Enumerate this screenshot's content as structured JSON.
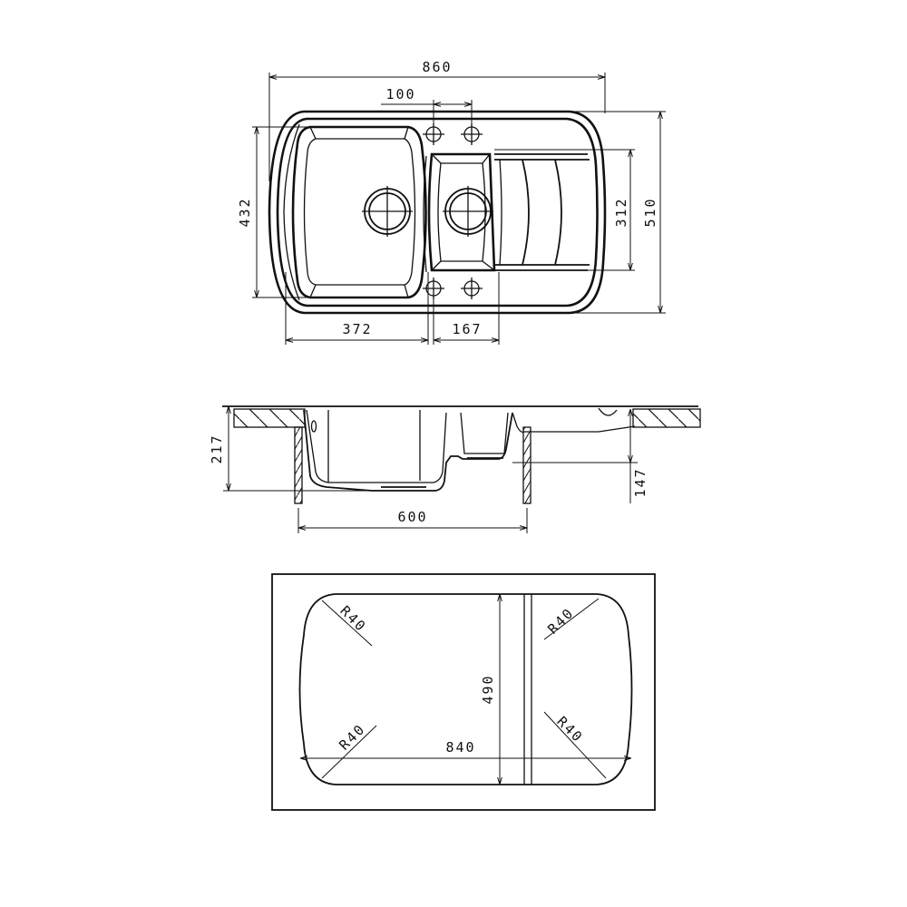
{
  "top_view": {
    "overall_width": "860",
    "tap_hole_spacing": "100",
    "main_bowl_depth": "432",
    "second_bowl_depth": "312",
    "overall_depth": "510",
    "main_bowl_width": "372",
    "second_bowl_width": "167"
  },
  "side_view": {
    "main_bowl_height": "217",
    "second_bowl_height": "147",
    "cabinet_width": "600"
  },
  "cutout_view": {
    "radius_top_left": "R40",
    "radius_top_right": "R40",
    "radius_bottom_left": "R40",
    "radius_bottom_right": "R40",
    "cutout_depth": "490",
    "cutout_width": "840"
  }
}
